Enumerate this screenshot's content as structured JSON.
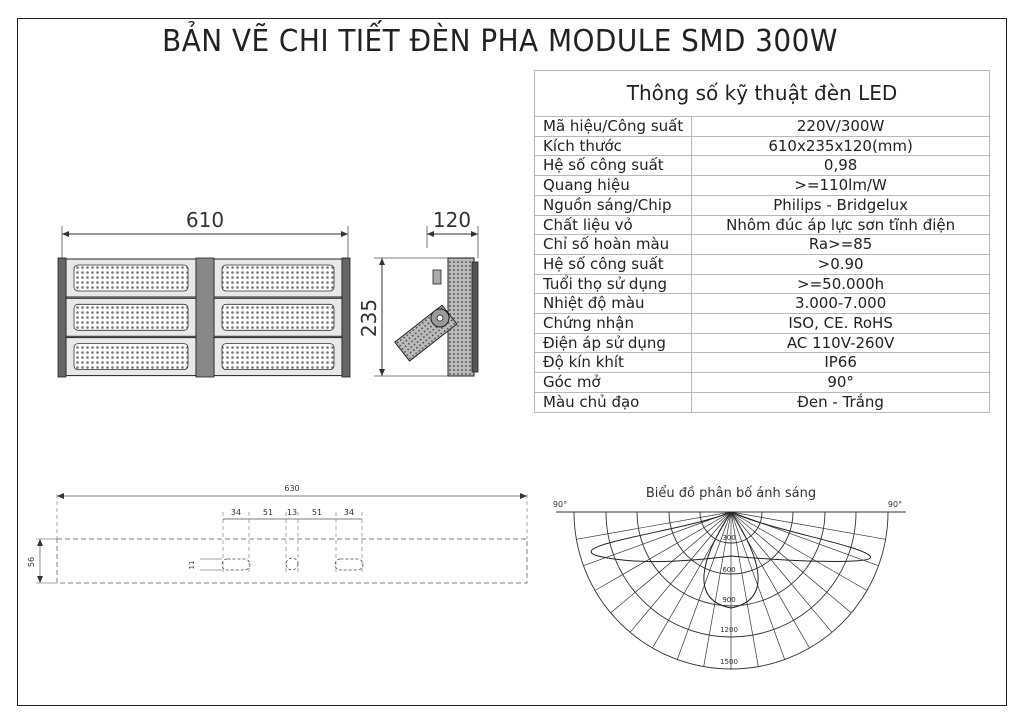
{
  "title": "BẢN VẼ CHI TIẾT ĐÈN PHA MODULE SMD 300W",
  "spec_table": {
    "heading": "Thông số kỹ thuật đèn LED",
    "rows": [
      {
        "key": "Mã hiệu/Công suất",
        "value": "220V/300W"
      },
      {
        "key": "Kích thước",
        "value": "610x235x120(mm)"
      },
      {
        "key": "Hệ số công suất",
        "value": "0,98"
      },
      {
        "key": "Quang hiệu",
        "value": ">=110lm/W"
      },
      {
        "key": "Nguồn sáng/Chip",
        "value": "Philips - Bridgelux"
      },
      {
        "key": "Chất liệu vỏ",
        "value": "Nhôm đúc áp lực sơn tĩnh điện"
      },
      {
        "key": "Chỉ số hoàn màu",
        "value": "Ra>=85"
      },
      {
        "key": "Hệ số công suất",
        "value": ">0.90"
      },
      {
        "key": "Tuổi thọ sử dụng",
        "value": ">=50.000h"
      },
      {
        "key": "Nhiệt độ màu",
        "value": "3.000-7.000"
      },
      {
        "key": "Chứng nhận",
        "value": "ISO, CE. RoHS"
      },
      {
        "key": "Điện áp sử dụng",
        "value": "AC 110V-260V"
      },
      {
        "key": "Độ kín khít",
        "value": "IP66"
      },
      {
        "key": "Góc mở",
        "value": "90°"
      },
      {
        "key": "Màu chủ đạo",
        "value": "Đen - Trắng"
      }
    ]
  },
  "front_view": {
    "width_label": "610",
    "height_label": "235"
  },
  "side_view": {
    "depth_label": "120"
  },
  "bracket_drawing": {
    "total_label": "630",
    "segment_labels": [
      "34",
      "51",
      "13",
      "51",
      "34"
    ],
    "height_label": "56",
    "slot_label": "11"
  },
  "light_diagram": {
    "title": "Biểu đồ phân bố ánh sáng",
    "angle_left": "90°",
    "angle_right": "90°",
    "ring_labels": [
      "300",
      "600",
      "900",
      "1200",
      "1500"
    ]
  }
}
